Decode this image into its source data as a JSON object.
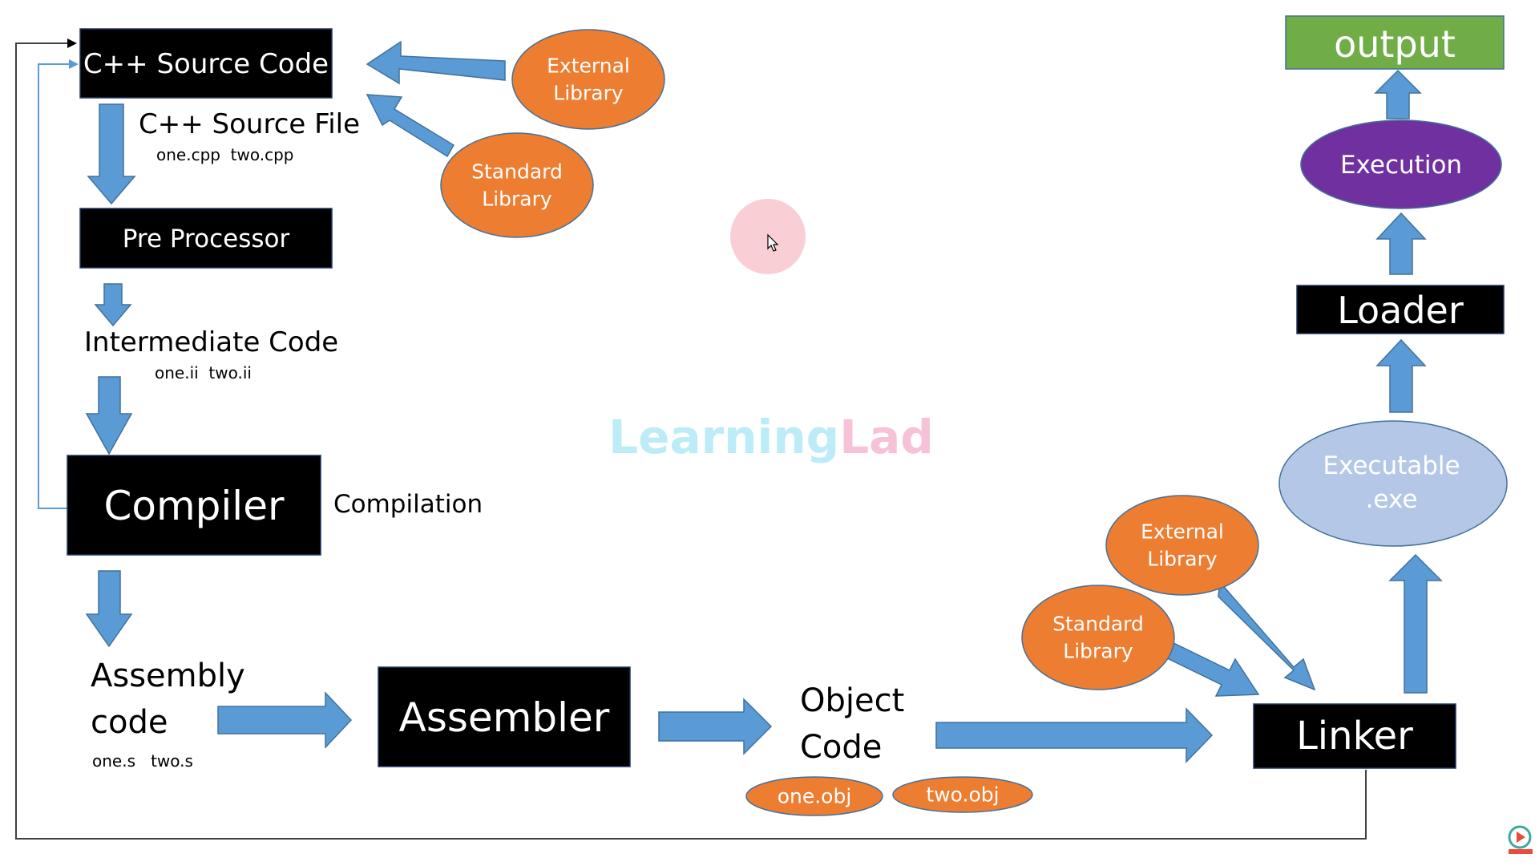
{
  "nodes": {
    "source_code": "C++ Source Code",
    "pre_processor": "Pre Processor",
    "compiler": "Compiler",
    "assembler": "Assembler",
    "linker": "Linker",
    "loader": "Loader",
    "output": "output",
    "execution": "Execution",
    "executable_line1": "Executable",
    "executable_line2": ".exe"
  },
  "libraries": {
    "external_line1": "External",
    "standard_line1": "Standard",
    "line2": "Library"
  },
  "labels": {
    "source_file": "C++ Source File",
    "source_files": "one.cpp  two.cpp",
    "intermediate_code": "Intermediate Code",
    "intermediate_files": "one.ii  two.ii",
    "compilation": "Compilation",
    "assembly_line1": "Assembly",
    "assembly_line2": "code",
    "assembly_files": "one.s   two.s",
    "object_line1": "Object",
    "object_line2": "Code",
    "obj_file_1": "one.obj",
    "obj_file_2": "two.obj"
  },
  "watermark": {
    "part1": "Learning",
    "part2": "Lad"
  },
  "colors": {
    "node_black": "#000000",
    "library_orange": "#ED7D31",
    "arrow_blue": "#5B9BD5",
    "output_green": "#70AD47",
    "execution_purple": "#7030A0",
    "executable_light_blue": "#B4C7E7",
    "cursor_highlight": "#F4A6B0",
    "watermark_cyan": "#9FE4F4",
    "watermark_pink": "#F5A9C8"
  },
  "icons": {
    "cursor": "mouse-cursor-icon",
    "channel": "subscribe-logo-icon"
  }
}
